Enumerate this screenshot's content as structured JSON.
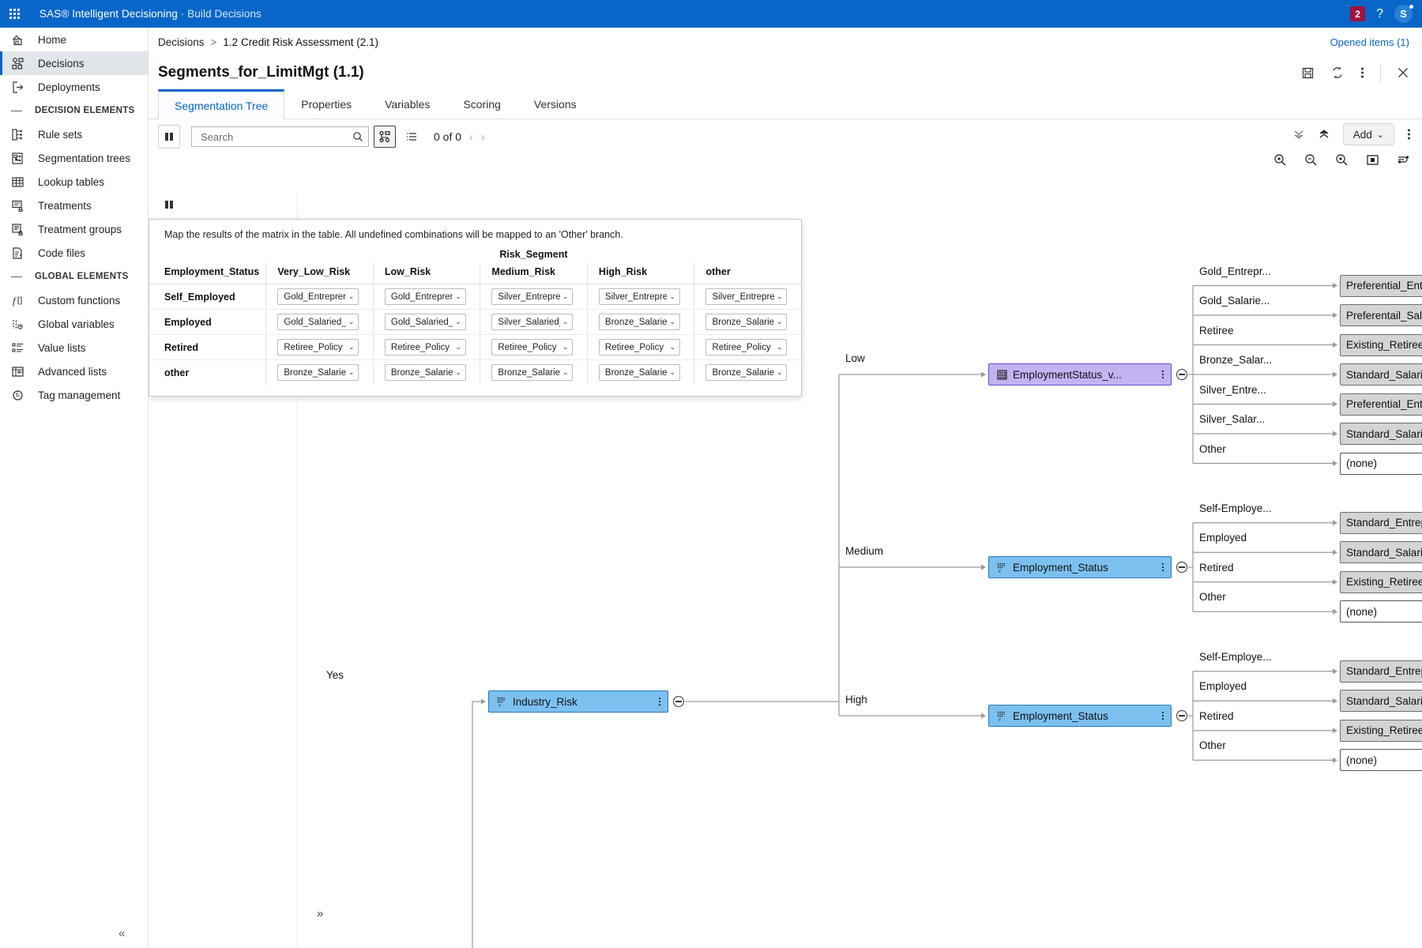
{
  "topbar": {
    "brand_strong": "SAS® Intelligent Decisioning",
    "brand_sep": " · ",
    "brand_light": "Build Decisions",
    "badge_count": "2",
    "help": "?",
    "avatar_initial": "S",
    "accent_color": "#0766c8",
    "badge_color": "#a4123f"
  },
  "sidebar": {
    "items": [
      {
        "label": "Home",
        "icon": "home-icon",
        "type": "item",
        "active": false
      },
      {
        "label": "Decisions",
        "icon": "decisions-icon",
        "type": "item",
        "active": true
      },
      {
        "label": "Deployments",
        "icon": "deployments-icon",
        "type": "item",
        "active": false
      },
      {
        "label": "DECISION ELEMENTS",
        "icon": "dash-icon",
        "type": "section",
        "active": false
      },
      {
        "label": "Rule sets",
        "icon": "rule-sets-icon",
        "type": "item",
        "active": false
      },
      {
        "label": "Segmentation trees",
        "icon": "segmentation-trees-icon",
        "type": "item",
        "active": false
      },
      {
        "label": "Lookup tables",
        "icon": "lookup-tables-icon",
        "type": "item",
        "active": false
      },
      {
        "label": "Treatments",
        "icon": "treatments-icon",
        "type": "item",
        "active": false
      },
      {
        "label": "Treatment groups",
        "icon": "treatment-groups-icon",
        "type": "item",
        "active": false
      },
      {
        "label": "Code files",
        "icon": "code-files-icon",
        "type": "item",
        "active": false
      },
      {
        "label": "GLOBAL ELEMENTS",
        "icon": "dash-icon",
        "type": "section",
        "active": false
      },
      {
        "label": "Custom functions",
        "icon": "custom-functions-icon",
        "type": "item",
        "active": false
      },
      {
        "label": "Global variables",
        "icon": "global-variables-icon",
        "type": "item",
        "active": false
      },
      {
        "label": "Value lists",
        "icon": "value-lists-icon",
        "type": "item",
        "active": false
      },
      {
        "label": "Advanced lists",
        "icon": "advanced-lists-icon",
        "type": "item",
        "active": false
      },
      {
        "label": "Tag management",
        "icon": "tag-management-icon",
        "type": "item",
        "active": false
      }
    ],
    "collapse_glyph": "«"
  },
  "breadcrumb": {
    "root": "Decisions",
    "separator": ">",
    "current": "1.2 Credit Risk Assessment (2.1)",
    "opened_items": "Opened items (1)"
  },
  "header": {
    "title": "Segments_for_LimitMgt (1.1)",
    "actions": [
      "save-icon",
      "refresh-icon",
      "more-vertical-icon",
      "close-icon"
    ]
  },
  "tabs": [
    {
      "label": "Segmentation Tree",
      "active": true
    },
    {
      "label": "Properties",
      "active": false
    },
    {
      "label": "Variables",
      "active": false
    },
    {
      "label": "Scoring",
      "active": false
    },
    {
      "label": "Versions",
      "active": false
    }
  ],
  "toolbar": {
    "search_placeholder": "Search",
    "search_value": "",
    "result_count": "0 of 0",
    "prev_glyph": "‹",
    "next_glyph": "›",
    "tree_view_icon": "tree-view-icon",
    "list_view_icon": "list-view-icon",
    "panel_toggle_icon": "panel-toggle-icon",
    "collapse_all_icon": "collapse-all-icon",
    "expand_all_icon": "expand-all-icon",
    "add_label": "Add",
    "add_caret": "⌄",
    "more_icon": "more-vertical-icon",
    "zoom_in_icon": "zoom-in-icon",
    "zoom_out_icon": "zoom-out-icon",
    "zoom_fit_icon": "zoom-fit-icon",
    "fit_page_icon": "fit-page-icon",
    "layout_icon": "layout-icon"
  },
  "canvas": {
    "grid_icon": "grid-icon",
    "columns_icon": "columns-icon",
    "expand_glyph": "»"
  },
  "matrix": {
    "hint": "Map the results of the matrix in the table. All undefined combinations will be mapped to an 'Other' branch.",
    "group_header": "Risk_Segment",
    "row_header": "Employment_Status",
    "columns": [
      "Very_Low_Risk",
      "Low_Risk",
      "Medium_Risk",
      "High_Risk",
      "other"
    ],
    "rows": [
      {
        "name": "Self_Employed",
        "values": [
          "Gold_Entrepren...",
          "Gold_Entrepren...",
          "Silver_Entrepre...",
          "Silver_Entrepre...",
          "Silver_Entrepre..."
        ]
      },
      {
        "name": "Employed",
        "values": [
          "Gold_Salaried_...",
          "Gold_Salaried_...",
          "Silver_Salaried_...",
          "Bronze_Salaried...",
          "Bronze_Salaried..."
        ]
      },
      {
        "name": "Retired",
        "values": [
          "Retiree_Policy",
          "Retiree_Policy",
          "Retiree_Policy",
          "Retiree_Policy",
          "Retiree_Policy"
        ]
      },
      {
        "name": "other",
        "values": [
          "Bronze_Salaried...",
          "Bronze_Salaried...",
          "Bronze_Salaried...",
          "Bronze_Salaried...",
          "Bronze_Salaried..."
        ]
      }
    ],
    "caret": "⌄"
  },
  "tree": {
    "root_edge_label": "Yes",
    "root_node": {
      "label": "Industry_Risk",
      "icon": "variable-icon",
      "color": "blue"
    },
    "branches": [
      {
        "edge_label": "Low",
        "node": {
          "label": "EmploymentStatus_v...",
          "icon": "matrix-icon",
          "color": "purple"
        },
        "leaves": [
          {
            "edge_label": "Gold_Entrepr...",
            "label": "Preferential_Entrepr...",
            "color": "grey"
          },
          {
            "edge_label": "Gold_Salarie...",
            "label": "Preferentail_Salarie...",
            "color": "grey"
          },
          {
            "edge_label": "Retiree",
            "label": "Existing_Retiree_Pol...",
            "color": "grey"
          },
          {
            "edge_label": "Bronze_Salar...",
            "label": "Standard_Salaried_Li...",
            "color": "grey"
          },
          {
            "edge_label": "Silver_Entre...",
            "label": "Preferential_Entrepr...",
            "color": "grey"
          },
          {
            "edge_label": "Silver_Salar...",
            "label": "Standard_Salaried_Li...",
            "color": "grey"
          },
          {
            "edge_label": "Other",
            "label": "(none)",
            "color": "white"
          }
        ]
      },
      {
        "edge_label": "Medium",
        "node": {
          "label": "Employment_Status",
          "icon": "variable-icon",
          "color": "blue"
        },
        "leaves": [
          {
            "edge_label": "Self-Employe...",
            "label": "Standard_Entrepreneu...",
            "color": "grey"
          },
          {
            "edge_label": "Employed",
            "label": "Standard_Salaried_Li...",
            "color": "grey"
          },
          {
            "edge_label": "Retired",
            "label": "Existing_Retiree_Pol...",
            "color": "grey"
          },
          {
            "edge_label": "Other",
            "label": "(none)",
            "color": "white"
          }
        ]
      },
      {
        "edge_label": "High",
        "node": {
          "label": "Employment_Status",
          "icon": "variable-icon",
          "color": "blue"
        },
        "leaves": [
          {
            "edge_label": "Self-Employe...",
            "label": "Standard_Entrepreneu...",
            "color": "grey"
          },
          {
            "edge_label": "Employed",
            "label": "Standard_Salaried_Li...",
            "color": "grey"
          },
          {
            "edge_label": "Retired",
            "label": "Existing_Retiree_Pol...",
            "color": "grey"
          },
          {
            "edge_label": "Other",
            "label": "(none)",
            "color": "white"
          }
        ]
      }
    ]
  }
}
